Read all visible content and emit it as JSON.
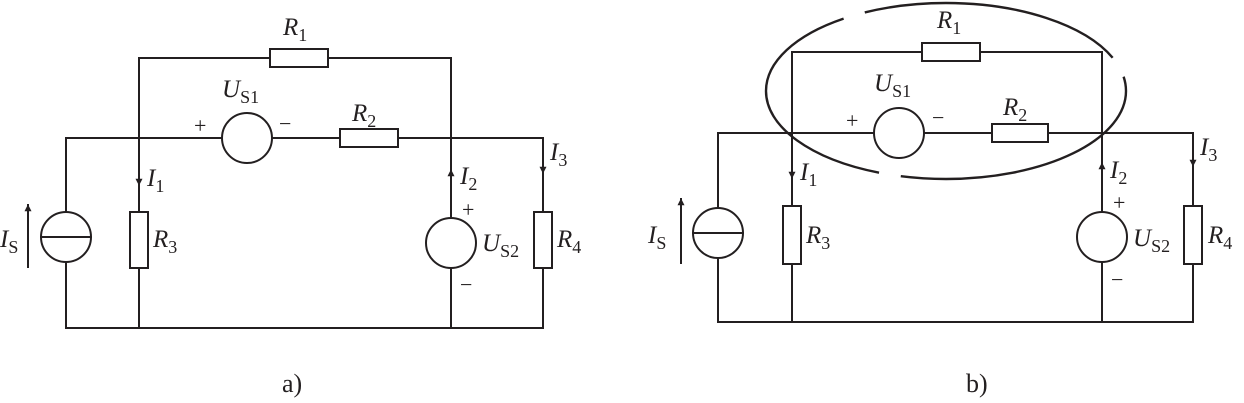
{
  "colors": {
    "ink": "#231f20",
    "background": "#ffffff"
  },
  "labels": {
    "r1": {
      "main": "R",
      "sub": "1"
    },
    "r2": {
      "main": "R",
      "sub": "2"
    },
    "r3": {
      "main": "R",
      "sub": "3"
    },
    "r4": {
      "main": "R",
      "sub": "4"
    },
    "us1": {
      "main": "U",
      "sub": "S1"
    },
    "us2": {
      "main": "U",
      "sub": "S2"
    },
    "is": {
      "main": "I",
      "sub": "S"
    },
    "i1": {
      "main": "I",
      "sub": "1"
    },
    "i2": {
      "main": "I",
      "sub": "2"
    },
    "i3": {
      "main": "I",
      "sub": "3"
    },
    "plus": "+",
    "minus": "−"
  },
  "captions": {
    "a": "a)",
    "b": "b)"
  }
}
